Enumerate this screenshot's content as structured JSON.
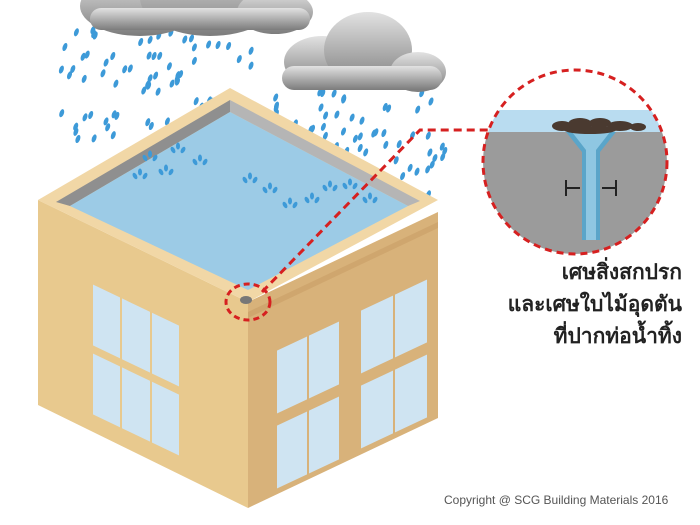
{
  "diagram": {
    "caption_lines": [
      "เศษสิ่งสกปรก",
      "และเศษใบไม้อุดตัน",
      "ที่ปากท่อน้ำทิ้ง"
    ],
    "copyright": "Copyright  @ SCG Building Materials 2016"
  },
  "colors": {
    "wall_left": "#e8c98e",
    "wall_right": "#d8b27a",
    "parapet": "#f1d7a6",
    "water": "#9ccbe6",
    "rain": "#3d9ad8",
    "cloud": "#9a9a9a",
    "window": "#cfe4f2",
    "highlight": "#d62020"
  }
}
